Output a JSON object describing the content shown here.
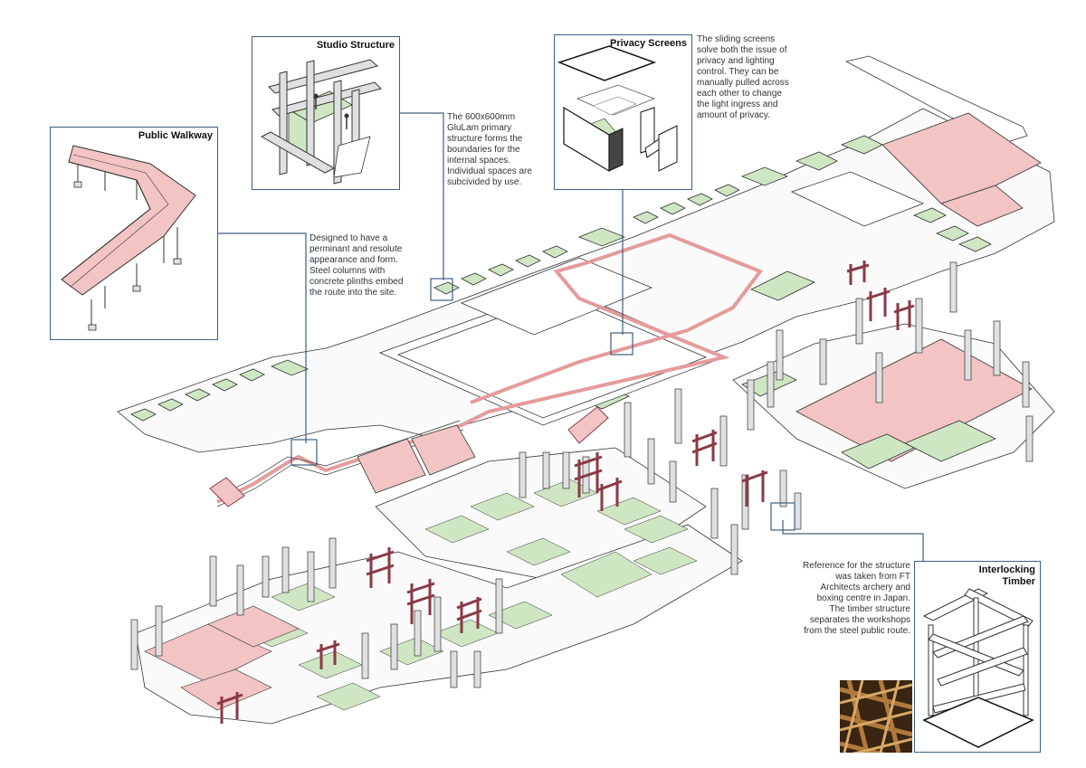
{
  "insets": {
    "public_walkway": {
      "title": "Public Walkway"
    },
    "studio_structure": {
      "title": "Studio Structure"
    },
    "privacy_screens": {
      "title": "Privacy Screens"
    },
    "interlocking_timber": {
      "title_line1": "Interlocking",
      "title_line2": "Timber"
    }
  },
  "notes": {
    "privacy_screens": [
      "The sliding screens",
      "solve both the issue of",
      "privacy and lighting",
      "control. They can be",
      "manually pulled across",
      "each other to change",
      "the light ingress and",
      "amount of privacy."
    ],
    "glulam": [
      "The 600x600mm",
      "GluLam primary",
      "structure forms the",
      "boundaries for the",
      "internal spaces.",
      "Individual spaces are",
      "subcivided by use."
    ],
    "walkway": [
      "Designed to have a",
      "perminant and resolute",
      "appearance and form.",
      "Steel columns with",
      "concrete plinths embed",
      "the route into the site."
    ],
    "timber": [
      "Reference for the structure",
      "was taken from FT",
      "Architects archery and",
      "boxing centre in Japan.",
      "The timber structure",
      "separates the workshops",
      "from the steel public route."
    ]
  },
  "colors": {
    "frame": "#3d5f7e",
    "green_floor": "#cfe6c3",
    "pink_route": "#f2c4c4",
    "timber_red": "#8a3a44",
    "column_grey": "#c9c9c9"
  }
}
